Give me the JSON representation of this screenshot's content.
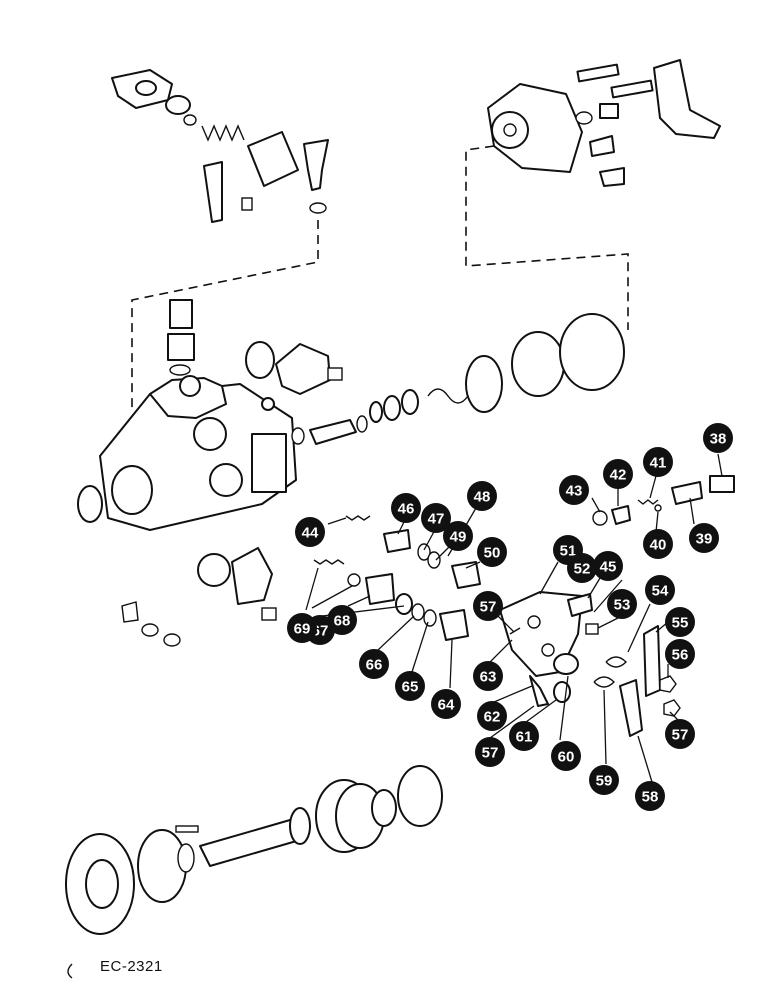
{
  "figure_code": "EC-2321",
  "callouts": [
    {
      "n": "38"
    },
    {
      "n": "39"
    },
    {
      "n": "40"
    },
    {
      "n": "41"
    },
    {
      "n": "42"
    },
    {
      "n": "43"
    },
    {
      "n": "44"
    },
    {
      "n": "45"
    },
    {
      "n": "46"
    },
    {
      "n": "47"
    },
    {
      "n": "48"
    },
    {
      "n": "49"
    },
    {
      "n": "50"
    },
    {
      "n": "51"
    },
    {
      "n": "52"
    },
    {
      "n": "53"
    },
    {
      "n": "54"
    },
    {
      "n": "55"
    },
    {
      "n": "56"
    },
    {
      "n": "57"
    },
    {
      "n": "57"
    },
    {
      "n": "57"
    },
    {
      "n": "58"
    },
    {
      "n": "59"
    },
    {
      "n": "60"
    },
    {
      "n": "61"
    },
    {
      "n": "62"
    },
    {
      "n": "63"
    },
    {
      "n": "64"
    },
    {
      "n": "65"
    },
    {
      "n": "66"
    },
    {
      "n": "67"
    },
    {
      "n": "68"
    },
    {
      "n": "69"
    }
  ]
}
